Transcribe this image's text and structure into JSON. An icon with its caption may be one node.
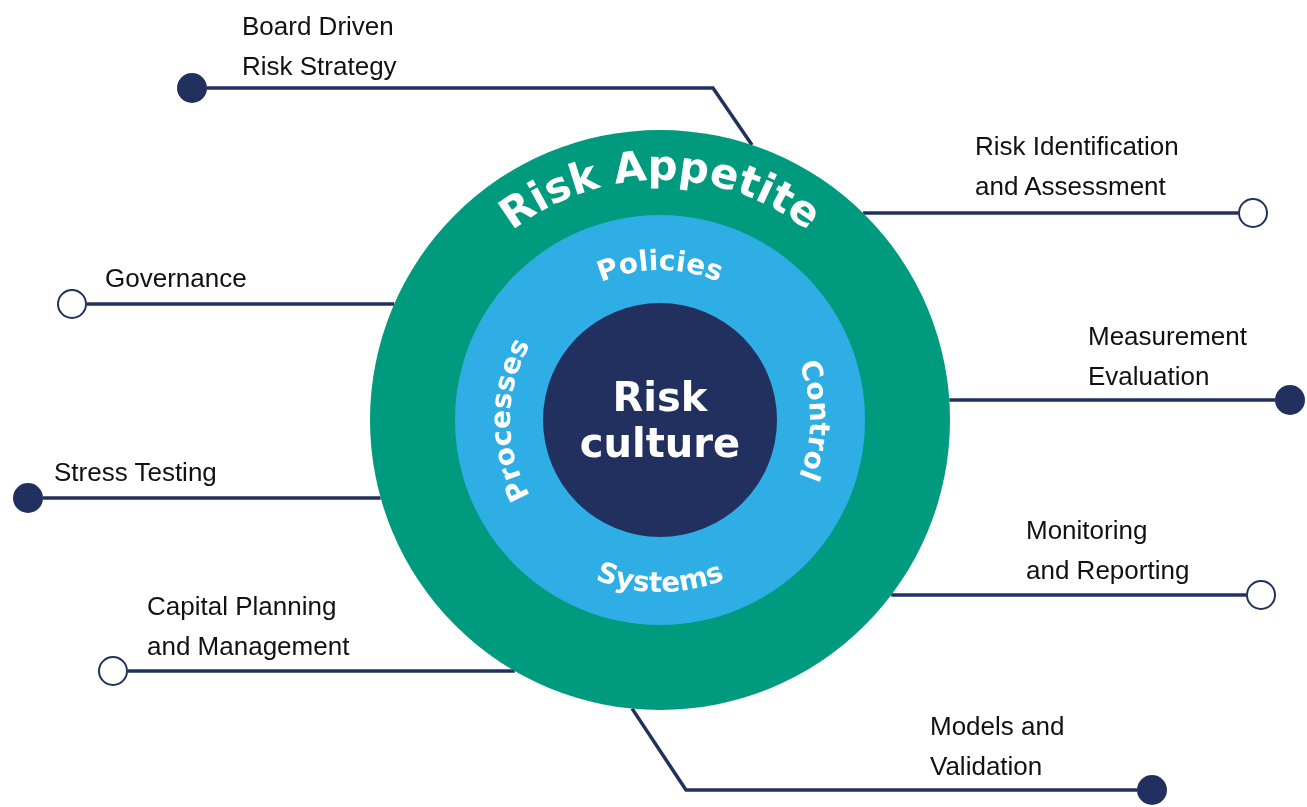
{
  "diagram": {
    "nodes": [
      {
        "text": [
          "Risk Appetite"
        ]
      },
      {
        "text": [
          "Policies",
          "Processes",
          "Control",
          "Systems"
        ],
        "in": 0
      },
      {
        "text": [
          "Risk culture"
        ],
        "in": 1
      },
      {
        "text": [
          "Board Driven Risk Strategy"
        ]
      },
      {
        "text": [
          "Risk Identification and Assessment"
        ]
      },
      {
        "text": [
          "Governance"
        ]
      },
      {
        "text": [
          "Measurement Evaluation"
        ]
      },
      {
        "text": [
          "Stress Testing"
        ]
      },
      {
        "text": [
          "Monitoring and Reporting"
        ]
      },
      {
        "text": [
          "Capital Planning and Management"
        ]
      },
      {
        "text": [
          "Models and Validation"
        ]
      }
    ],
    "edges": [
      {
        "from": 3,
        "to": 0,
        "arrow": "none"
      },
      {
        "from": 4,
        "to": 0,
        "arrow": "none"
      },
      {
        "from": 5,
        "to": 0,
        "arrow": "none"
      },
      {
        "from": 6,
        "to": 0,
        "arrow": "none"
      },
      {
        "from": 7,
        "to": 0,
        "arrow": "none"
      },
      {
        "from": 8,
        "to": 0,
        "arrow": "none"
      },
      {
        "from": 9,
        "to": 0,
        "arrow": "none"
      },
      {
        "from": 10,
        "to": 0,
        "arrow": "none"
      }
    ]
  }
}
